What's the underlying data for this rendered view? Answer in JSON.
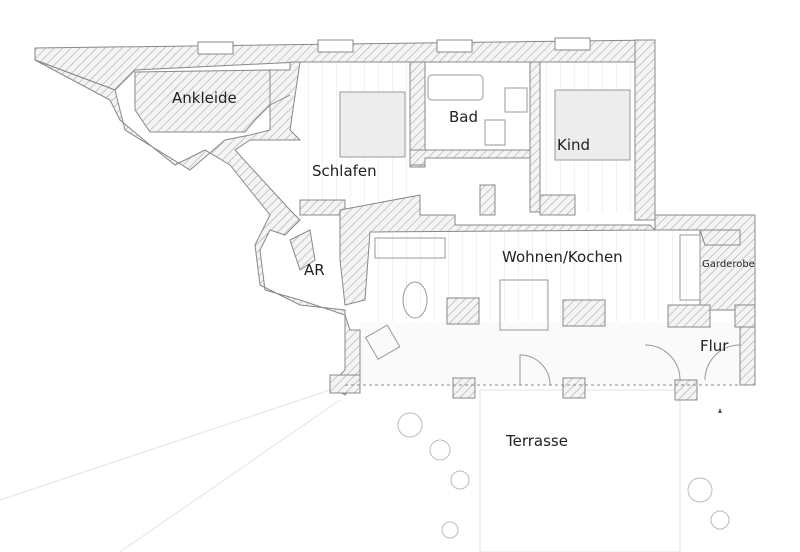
{
  "plan": {
    "rooms": {
      "ankleide": "Ankleide",
      "bad": "Bad",
      "kind": "Kind",
      "schlafen": "Schlafen",
      "wohnen_kochen": "Wohnen/Kochen",
      "garderobe": "Garderobe",
      "ar": "AR",
      "flur": "Flur",
      "terrasse": "Terrasse"
    },
    "colors": {
      "wall_hatch": "#bdbdbd",
      "wall_fill": "#f2f2f2",
      "line": "#777777",
      "shade": "#cfcfcf"
    }
  }
}
